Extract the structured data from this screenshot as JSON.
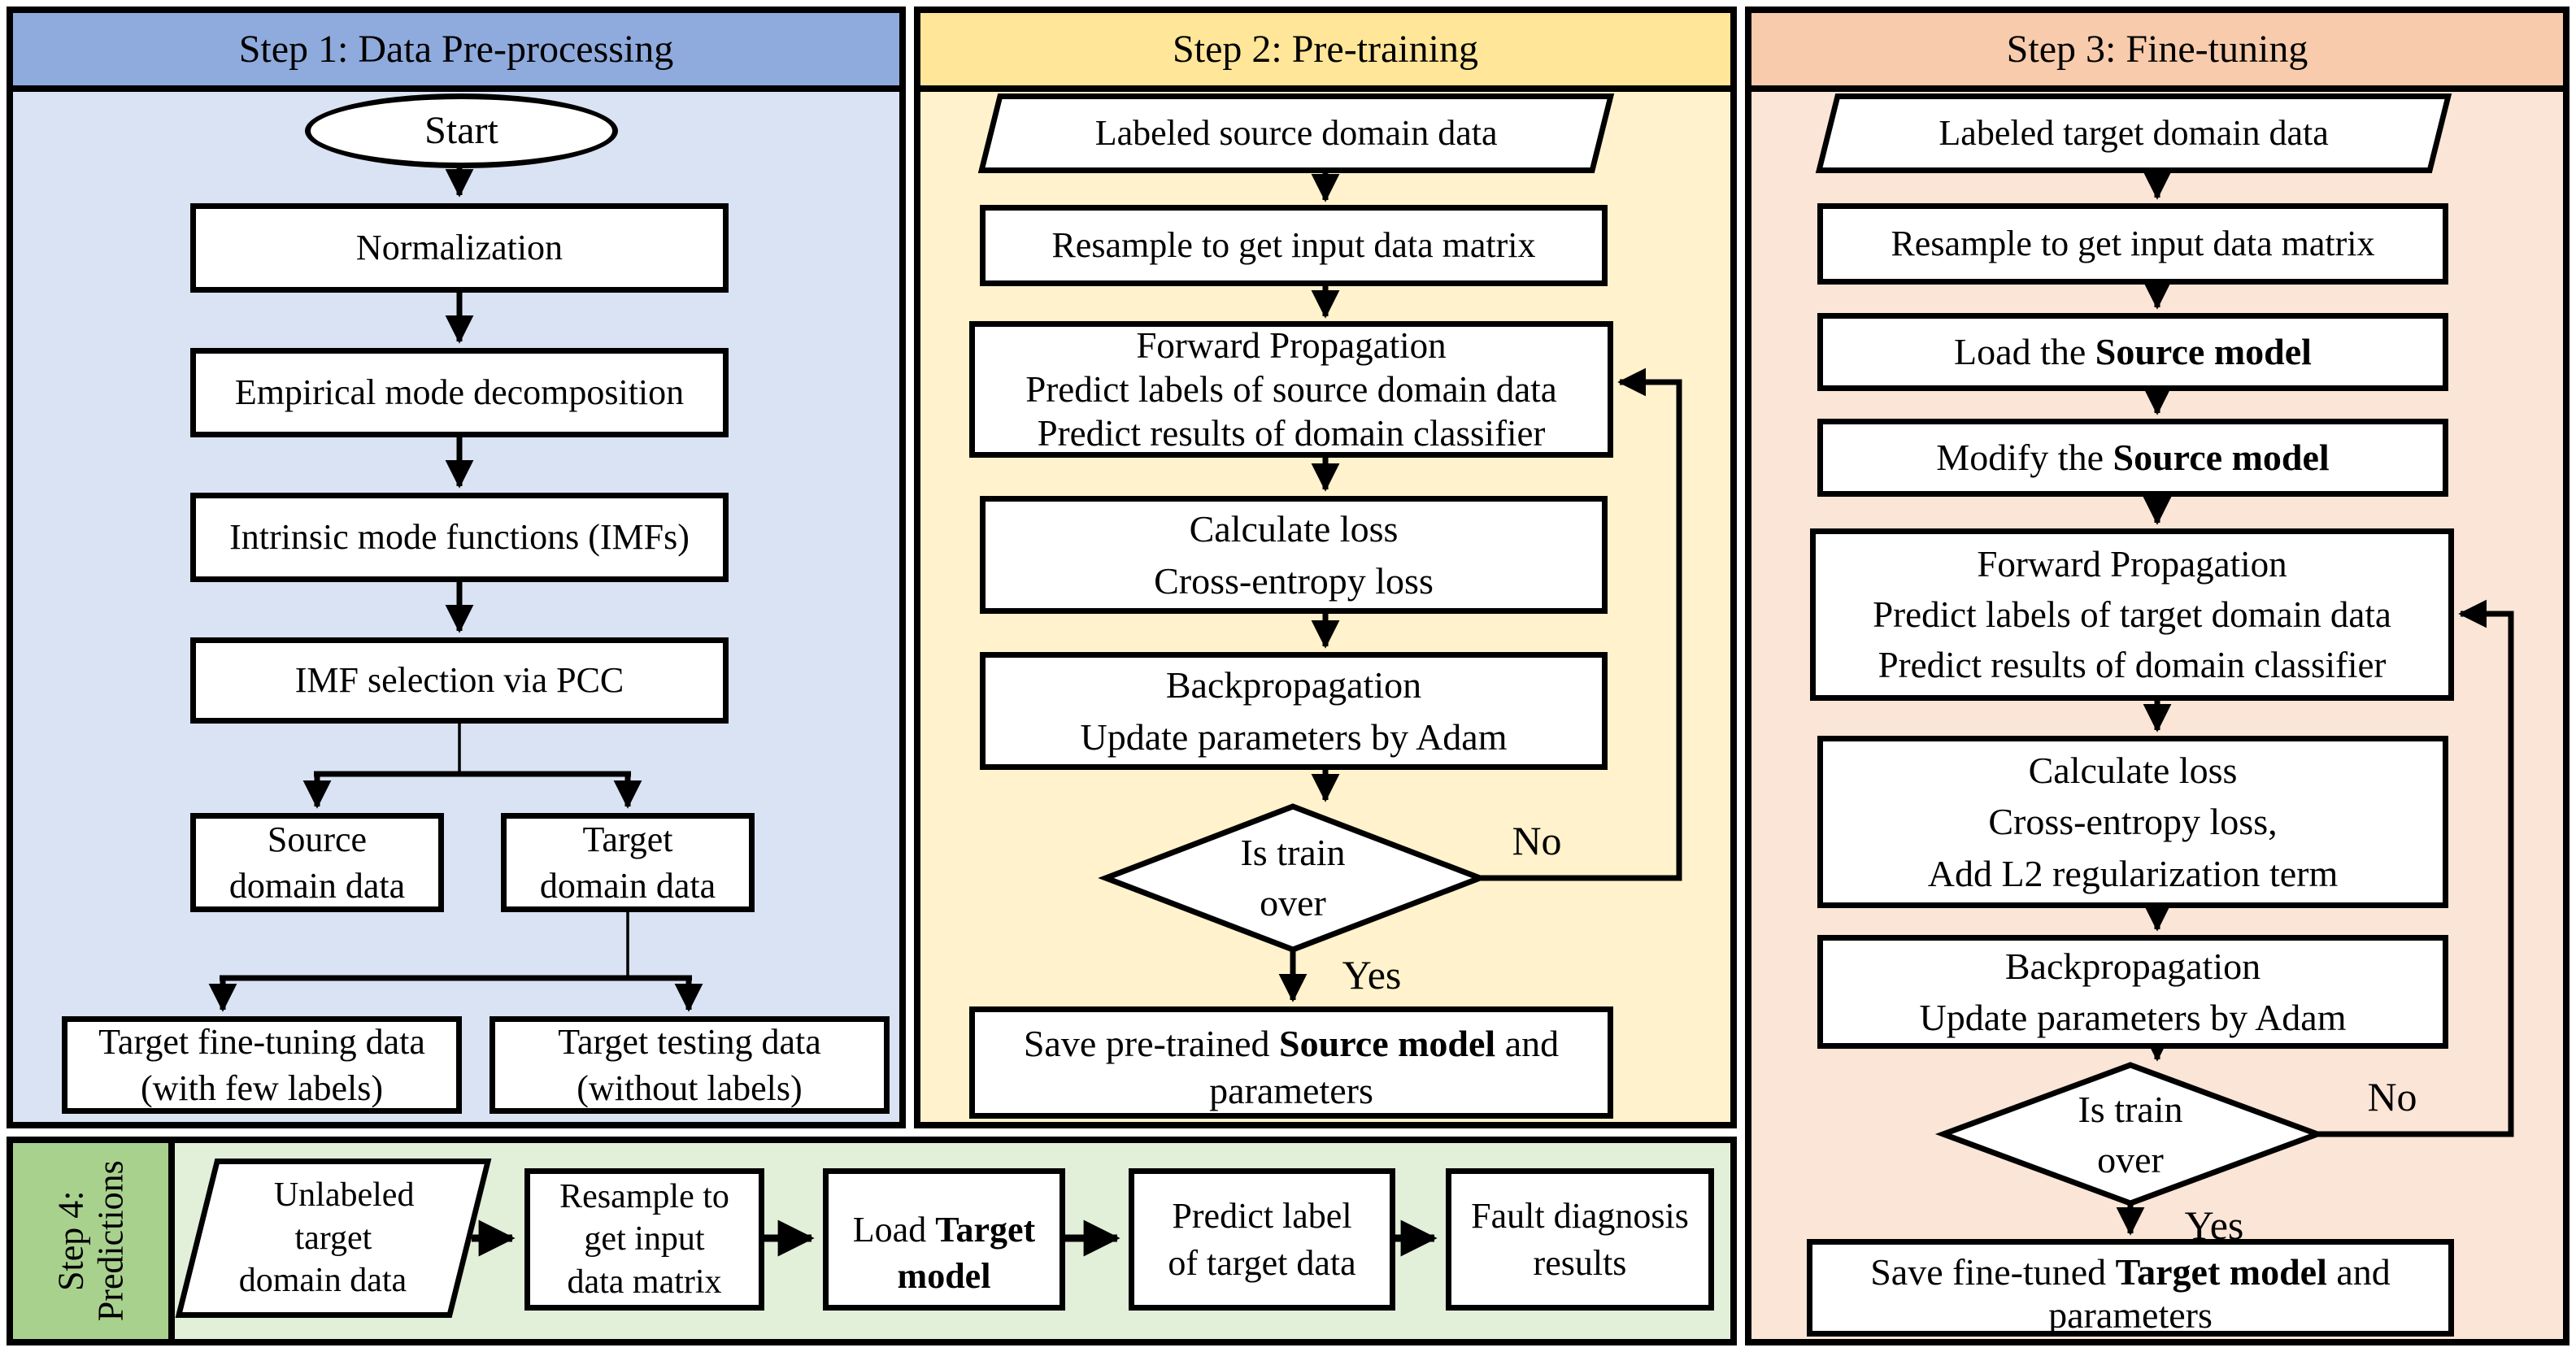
{
  "colors": {
    "step1_header": "#8faadc",
    "step1_body": "#dae3f3",
    "step2_header": "#ffe699",
    "step2_body": "#fff2cc",
    "step3_header": "#f7cbac",
    "step3_body": "#fbe5d6",
    "step4_sidebar": "#a9d18e",
    "step4_body": "#e2efd9",
    "border": "#000000",
    "node_fill": "#ffffff"
  },
  "panels": {
    "step1": {
      "title": "Step 1: Data Pre-processing",
      "nodes": {
        "start": {
          "text": "Start"
        },
        "normalization": {
          "text": "Normalization"
        },
        "emd": {
          "text": "Empirical mode decomposition"
        },
        "imfs": {
          "text": "Intrinsic mode functions (IMFs)"
        },
        "imf_selection": {
          "text": "IMF selection via PCC"
        },
        "source_domain": {
          "lines": [
            "Source",
            "domain data"
          ]
        },
        "target_domain": {
          "lines": [
            "Target",
            "domain data"
          ]
        },
        "fine_tuning": {
          "lines": [
            "Target fine-tuning data",
            "(with few labels)"
          ]
        },
        "testing": {
          "lines": [
            "Target testing data",
            "(without labels)"
          ]
        }
      }
    },
    "step2": {
      "title": "Step 2: Pre-training",
      "nodes": {
        "input": {
          "text": "Labeled source domain data"
        },
        "resample": {
          "text": "Resample to get input data matrix"
        },
        "forward": {
          "lines": [
            "Forward Propagation",
            "Predict labels of source domain data",
            "Predict results of domain classifier"
          ]
        },
        "loss": {
          "lines": [
            "Calculate loss",
            "Cross-entropy loss"
          ]
        },
        "backprop": {
          "lines": [
            "Backpropagation",
            "Update parameters by Adam"
          ]
        },
        "decision": {
          "lines": [
            "Is train",
            "over"
          ]
        },
        "no_label": "No",
        "yes_label": "Yes",
        "save": {
          "pre": "Save pre-trained ",
          "bold": "Source model",
          "post": " and parameters"
        }
      }
    },
    "step3": {
      "title": "Step 3: Fine-tuning",
      "nodes": {
        "input": {
          "text": "Labeled target domain data"
        },
        "resample": {
          "text": "Resample to get input data matrix"
        },
        "load": {
          "pre": "Load the ",
          "bold": "Source model"
        },
        "modify": {
          "pre": "Modify the ",
          "bold": "Source model"
        },
        "forward": {
          "lines": [
            "Forward Propagation",
            "Predict labels of target domain data",
            "Predict results of domain classifier"
          ]
        },
        "loss": {
          "lines": [
            "Calculate loss",
            "Cross-entropy loss,",
            "Add L2 regularization term"
          ]
        },
        "backprop": {
          "lines": [
            "Backpropagation",
            "Update parameters by Adam"
          ]
        },
        "decision": {
          "lines": [
            "Is train",
            "over"
          ]
        },
        "no_label": "No",
        "yes_label": "Yes",
        "save": {
          "pre": "Save fine-tuned ",
          "bold": "Target model",
          "post": " and parameters"
        }
      }
    },
    "step4": {
      "title_lines": [
        "Step 4:",
        "Predictions"
      ],
      "nodes": {
        "input": {
          "lines": [
            "Unlabeled",
            "target",
            "domain data"
          ]
        },
        "resample": {
          "lines": [
            "Resample to",
            "get input",
            "data matrix"
          ]
        },
        "load": {
          "pre": "Load ",
          "bold": "Target model"
        },
        "predict": {
          "lines": [
            "Predict label",
            "of target data"
          ]
        },
        "results": {
          "lines": [
            "Fault diagnosis",
            "results"
          ]
        }
      }
    }
  }
}
